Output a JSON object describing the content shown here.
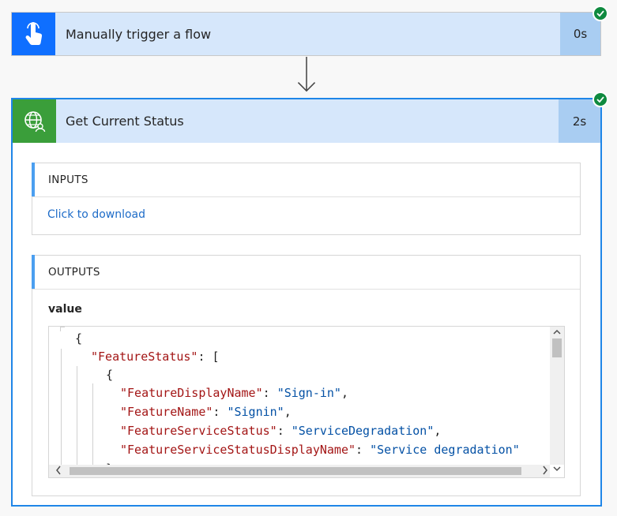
{
  "steps": [
    {
      "title": "Manually trigger a flow",
      "duration": "0s",
      "icon": "touch-hand-icon"
    },
    {
      "title": "Get Current Status",
      "duration": "2s",
      "icon": "globe-person-icon"
    }
  ],
  "inputs": {
    "heading": "INPUTS",
    "link": "Click to download"
  },
  "outputs": {
    "heading": "OUTPUTS",
    "value_label": "value",
    "code": {
      "l1": "{",
      "l2_key": "\"FeatureStatus\"",
      "l2_rest": ": [",
      "l3": "{",
      "l4_key": "\"FeatureDisplayName\"",
      "l4_val": "\"Sign-in\"",
      "l5_key": "\"FeatureName\"",
      "l5_val": "\"Signin\"",
      "l6_key": "\"FeatureServiceStatus\"",
      "l6_val": "\"ServiceDegradation\"",
      "l7_key": "\"FeatureServiceStatusDisplayName\"",
      "l7_val": "\"Service degradation\""
    }
  },
  "colors": {
    "accent": "#1f86e8",
    "success": "#0f8a3f",
    "trigger": "#0f6fff",
    "action": "#3a9e3a"
  }
}
